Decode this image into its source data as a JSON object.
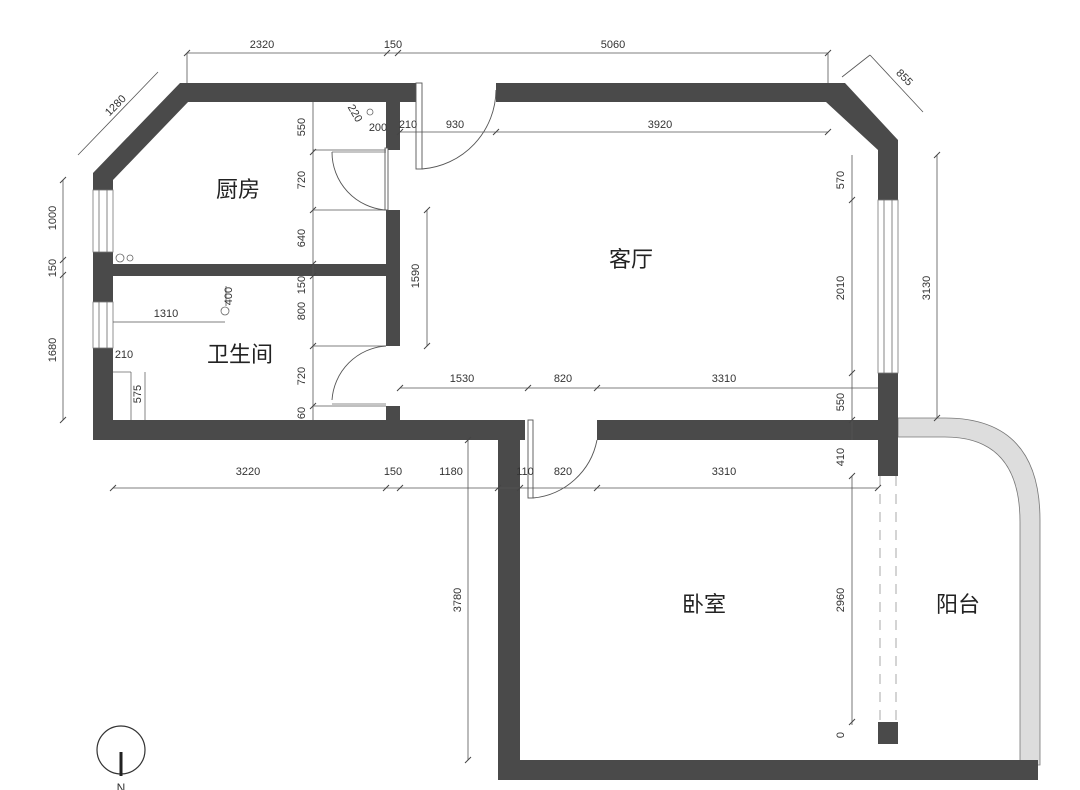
{
  "rooms": {
    "kitchen": "厨房",
    "bathroom": "卫生间",
    "living": "客厅",
    "bedroom": "卧室",
    "balcony": "阳台"
  },
  "dims": {
    "top_2320": "2320",
    "top_150": "150",
    "top_5060": "5060",
    "diag_1280": "1280",
    "diag_855": "855",
    "k_550": "550",
    "k_720": "720",
    "k_640": "640",
    "k_220": "220",
    "k_200": "200",
    "k_210": "210",
    "l_930": "930",
    "l_3920": "3920",
    "left_1000": "1000",
    "left_150": "150",
    "left_1680": "1680",
    "b_150": "150",
    "b_800": "800",
    "b_720": "720",
    "b_60": "60",
    "b_400": "400",
    "b_1310": "1310",
    "b_210": "210",
    "b_575": "575",
    "c_1590": "1590",
    "r_570": "570",
    "r_2010": "2010",
    "r_3130": "3130",
    "r_550": "550",
    "r_410": "410",
    "m_1530": "1530",
    "m_820": "820",
    "m_3310": "3310",
    "bot_3220": "3220",
    "bot_150": "150",
    "bot_1180": "1180",
    "bot_110": "110",
    "bot_820": "820",
    "bot_3310": "3310",
    "bed_3780": "3780",
    "bed_2960": "2960",
    "bed_0": "0"
  },
  "compass": {
    "north": "N"
  },
  "colors": {
    "wall": "#4a4a4a",
    "balcony_rail": "#dddddd"
  }
}
